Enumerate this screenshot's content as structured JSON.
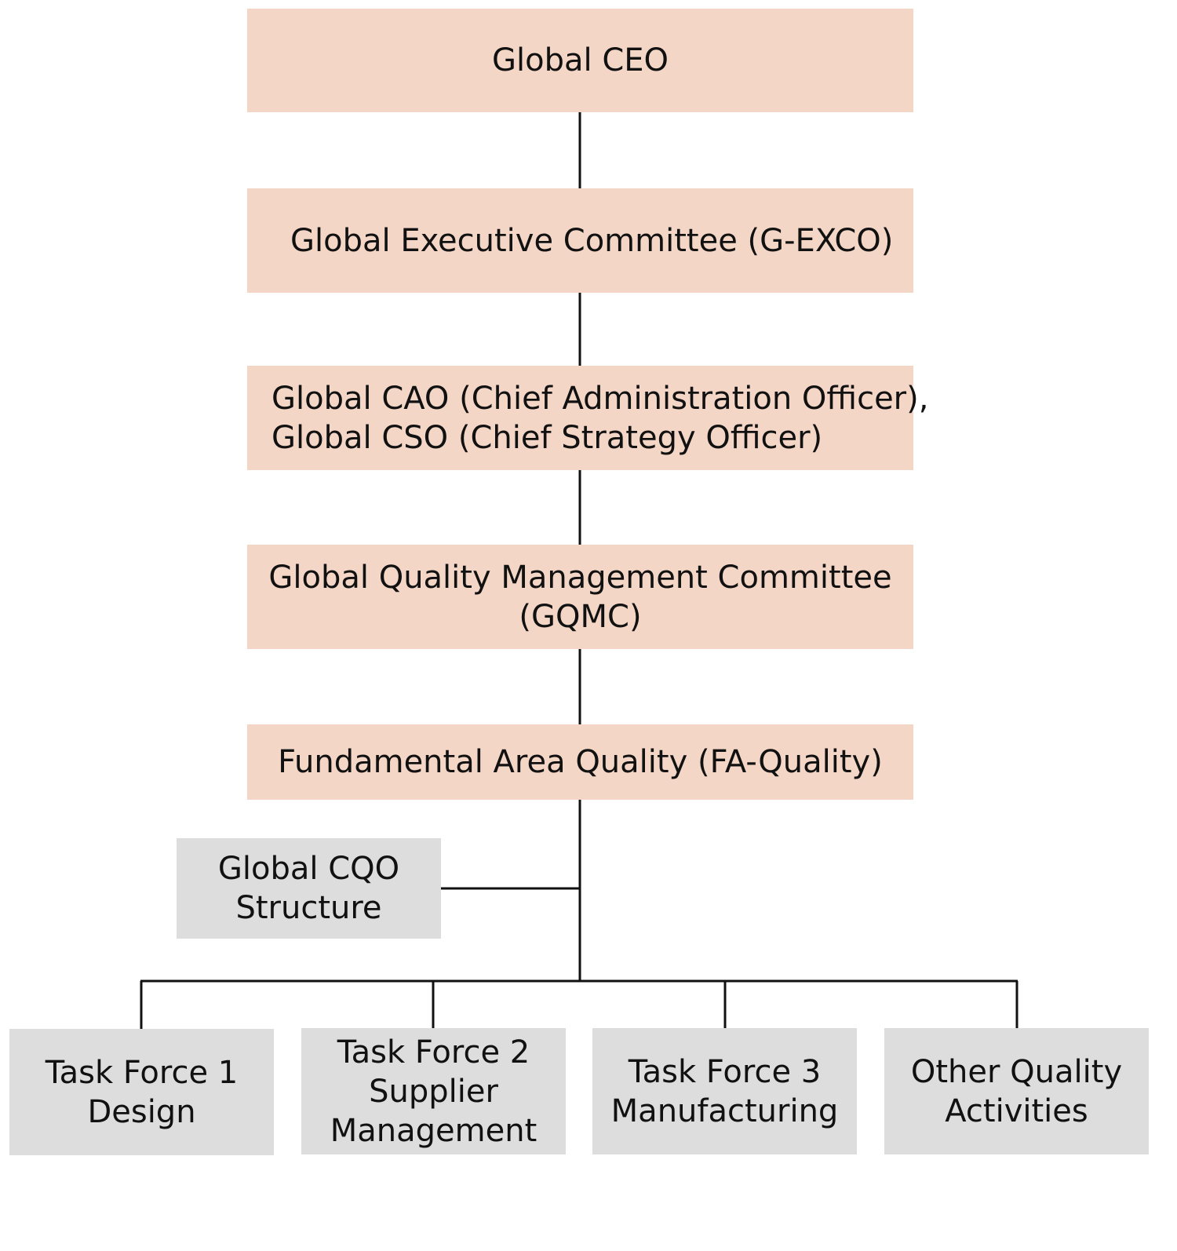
{
  "nodes": {
    "ceo": {
      "line1": "Global CEO"
    },
    "gexco": {
      "line1": "Global Executive Committee (G-EXCO)"
    },
    "cao": {
      "line1": "Global CAO (Chief Administration Officer),",
      "line2": "Global CSO (Chief Strategy Officer)"
    },
    "gqmc": {
      "line1": "Global Quality Management Committee",
      "line2": "(GQMC)"
    },
    "faq": {
      "line1": "Fundamental Area Quality (FA-Quality)"
    },
    "cqo": {
      "line1": "Global CQO",
      "line2": "Structure"
    },
    "tf1": {
      "line1": "Task Force 1",
      "line2": "Design"
    },
    "tf2": {
      "line1": "Task Force 2",
      "line2": "Supplier",
      "line3": "Management"
    },
    "tf3": {
      "line1": "Task Force 3",
      "line2": "Manufacturing"
    },
    "oqa": {
      "line1": "Other Quality",
      "line2": "Activities"
    }
  },
  "colors": {
    "primary_box": "#f4d6c6",
    "secondary_box": "#dcdddc",
    "connector": "#111111"
  }
}
